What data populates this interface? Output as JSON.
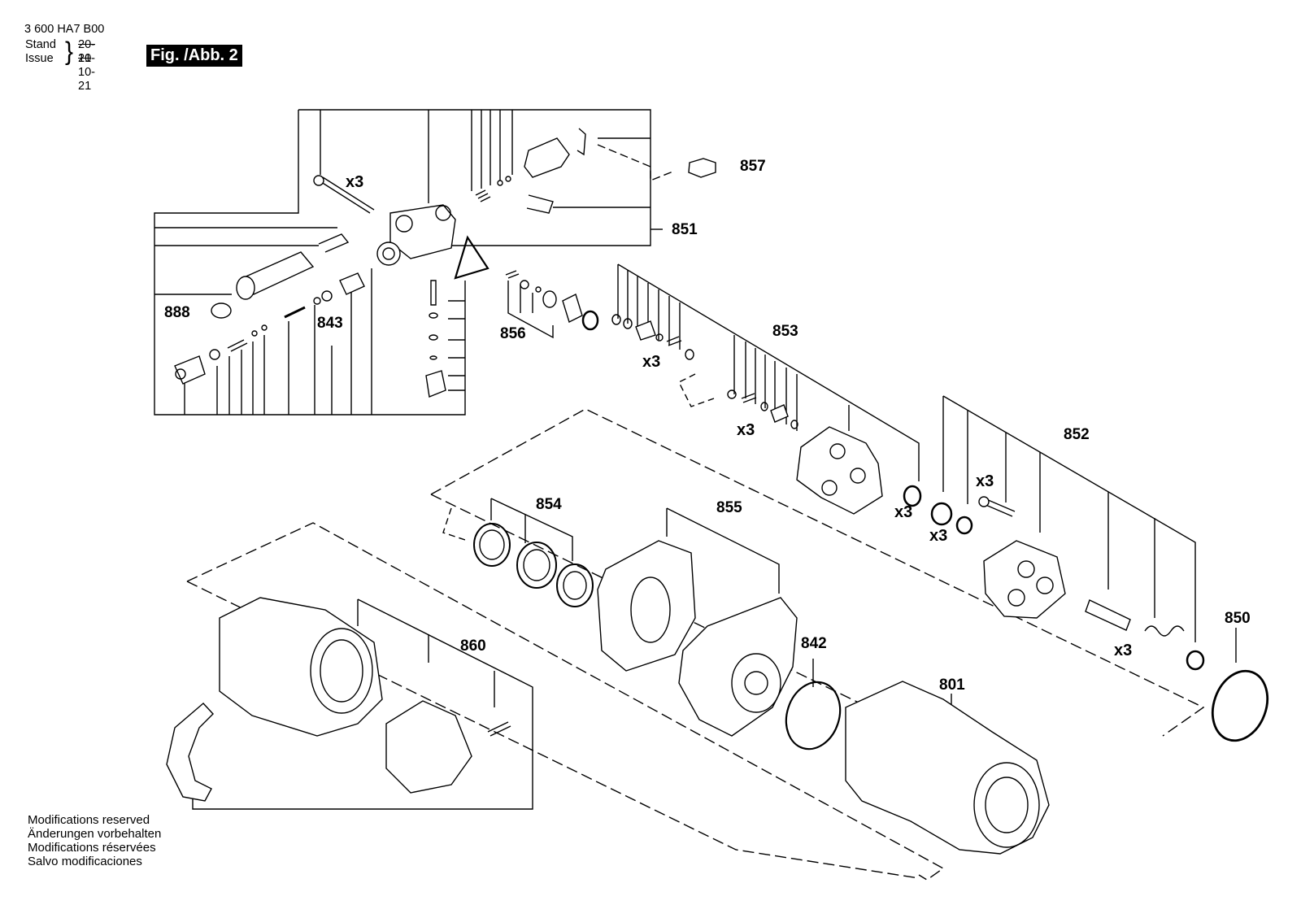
{
  "header": {
    "doc_number": "3 600 HA7 B00",
    "stand_label": "Stand",
    "issue_label": "Issue",
    "stand_value": "20-10",
    "issue_value": "21-10-21",
    "figure_label": "Fig. /Abb. 2"
  },
  "footer": {
    "lines": [
      "Modifications reserved",
      "Änderungen vorbehalten",
      "Modifications réservées",
      "Salvo modificaciones"
    ]
  },
  "callouts": {
    "c857": "857",
    "c851": "851",
    "c888": "888",
    "c843": "843",
    "c856": "856",
    "c853": "853",
    "c852": "852",
    "c854": "854",
    "c855": "855",
    "c860": "860",
    "c842": "842",
    "c801": "801",
    "c850": "850"
  },
  "quantities": {
    "q_bolt_top": "x3",
    "q_853_a": "x3",
    "q_853_b": "x3",
    "q_853_c": "x3",
    "q_852_screw": "x3",
    "q_852_seal": "x3",
    "q_852_spring": "x3"
  }
}
